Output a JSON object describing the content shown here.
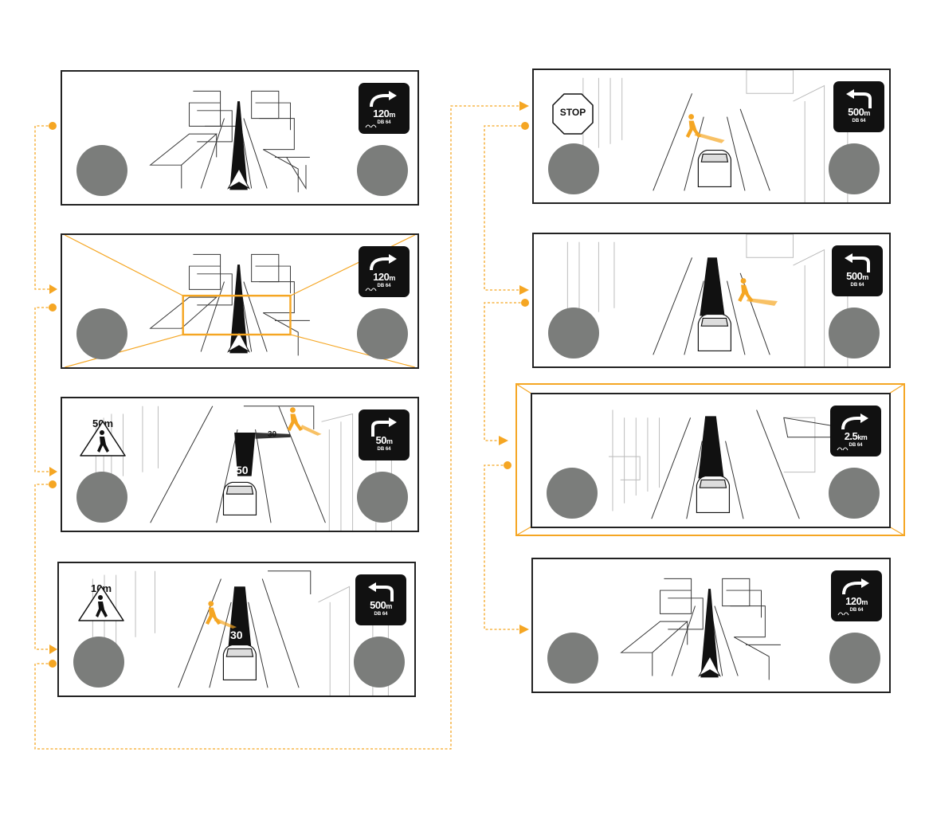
{
  "colors": {
    "accent": "#f5a623",
    "panel_border": "#222222",
    "knob": "#7b7d7b",
    "nav_bg": "#111111"
  },
  "panels": [
    {
      "id": "left-1",
      "nav": {
        "icon": "turn-right-arrow-icon",
        "distance": "120",
        "unit": "m",
        "road": "DB 64",
        "roundabout": true
      }
    },
    {
      "id": "left-2",
      "nav": {
        "icon": "turn-right-arrow-icon",
        "distance": "120",
        "unit": "m",
        "road": "DB 64",
        "roundabout": true
      },
      "zoom_frame": true
    },
    {
      "id": "left-3",
      "nav": {
        "icon": "turn-right-arrow-icon",
        "distance": "50",
        "unit": "m",
        "road": "DB 64",
        "roundabout": false
      },
      "warning": {
        "icon": "pedestrian-warning-icon",
        "distance": "50m"
      },
      "speeds": [
        "50",
        "30"
      ]
    },
    {
      "id": "left-4",
      "nav": {
        "icon": "turn-left-arrow-icon",
        "distance": "500",
        "unit": "m",
        "road": "DB 64",
        "roundabout": false
      },
      "warning": {
        "icon": "pedestrian-warning-icon",
        "distance": "10m"
      },
      "speeds": [
        "30"
      ]
    },
    {
      "id": "right-1",
      "nav": {
        "icon": "turn-left-arrow-icon",
        "distance": "500",
        "unit": "m",
        "road": "DB 64",
        "roundabout": false
      },
      "stop_sign": "STOP"
    },
    {
      "id": "right-2",
      "nav": {
        "icon": "turn-left-arrow-icon",
        "distance": "500",
        "unit": "m",
        "road": "DB 64",
        "roundabout": false
      }
    },
    {
      "id": "right-3",
      "nav": {
        "icon": "turn-right-arrow-icon",
        "distance": "2.5",
        "unit": "km",
        "road": "DB 64",
        "roundabout": true
      },
      "highlighted": true
    },
    {
      "id": "right-4",
      "nav": {
        "icon": "turn-right-arrow-icon",
        "distance": "120",
        "unit": "m",
        "road": "DB 64",
        "roundabout": true
      }
    }
  ]
}
